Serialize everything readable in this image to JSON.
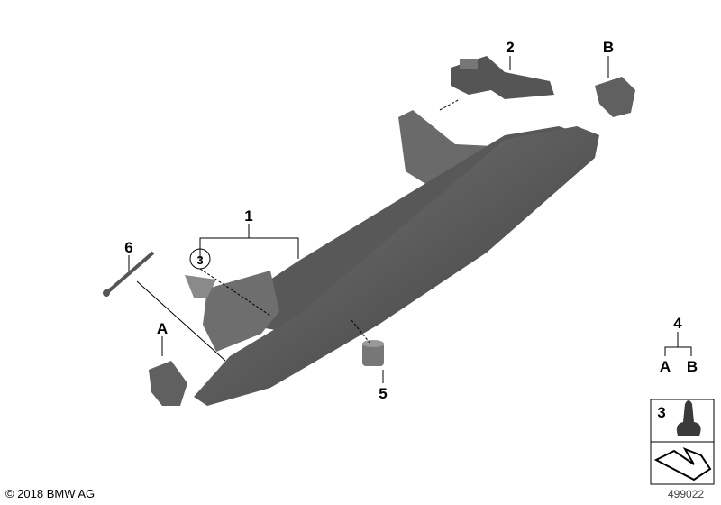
{
  "callouts": {
    "glovebox": "1",
    "actuator": "2",
    "clip_circle": "3",
    "kit": "4",
    "lock": "5",
    "rod": "6",
    "bracket_a": "A",
    "bracket_b": "B",
    "kit_a": "A",
    "kit_b": "B",
    "legend_clip": "3"
  },
  "copyright": "© 2018 BMW AG",
  "diagram_number": "499022",
  "colors": {
    "part_dark": "#4a4a4a",
    "part_mid": "#6b6b6b",
    "part_light": "#8a8a8a"
  }
}
